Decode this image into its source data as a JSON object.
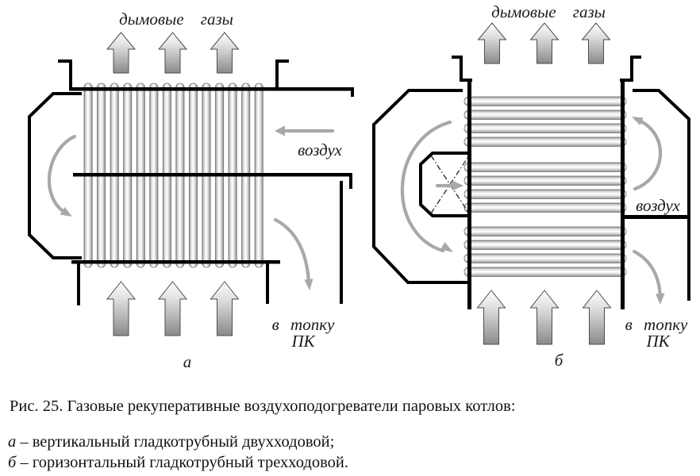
{
  "colors": {
    "line": "#000000",
    "flow_arrow": "#a8a8a8",
    "tube_edge": "#6f6f6f",
    "block_arrow_dark": "#8a8a8a"
  },
  "diagram_a": {
    "letter": "а",
    "flue_gases_label": "дымовые газы",
    "air_label": "воздух",
    "to_furnace_line1": "в топку",
    "to_furnace_line2": "ПК"
  },
  "diagram_b": {
    "letter": "б",
    "flue_gases_label": "дымовые газы",
    "air_label": "воздух",
    "to_furnace_line1": "в топку",
    "to_furnace_line2": "ПК"
  },
  "caption": {
    "title": "Рис. 25. Газовые рекуперативные воздухоподогреватели паровых котлов:",
    "items": [
      {
        "key": "а",
        "text": " – вертикальный гладкотрубный двухходовой;"
      },
      {
        "key": "б",
        "text": " – горизонтальный гладкотрубный трехходовой."
      }
    ]
  }
}
